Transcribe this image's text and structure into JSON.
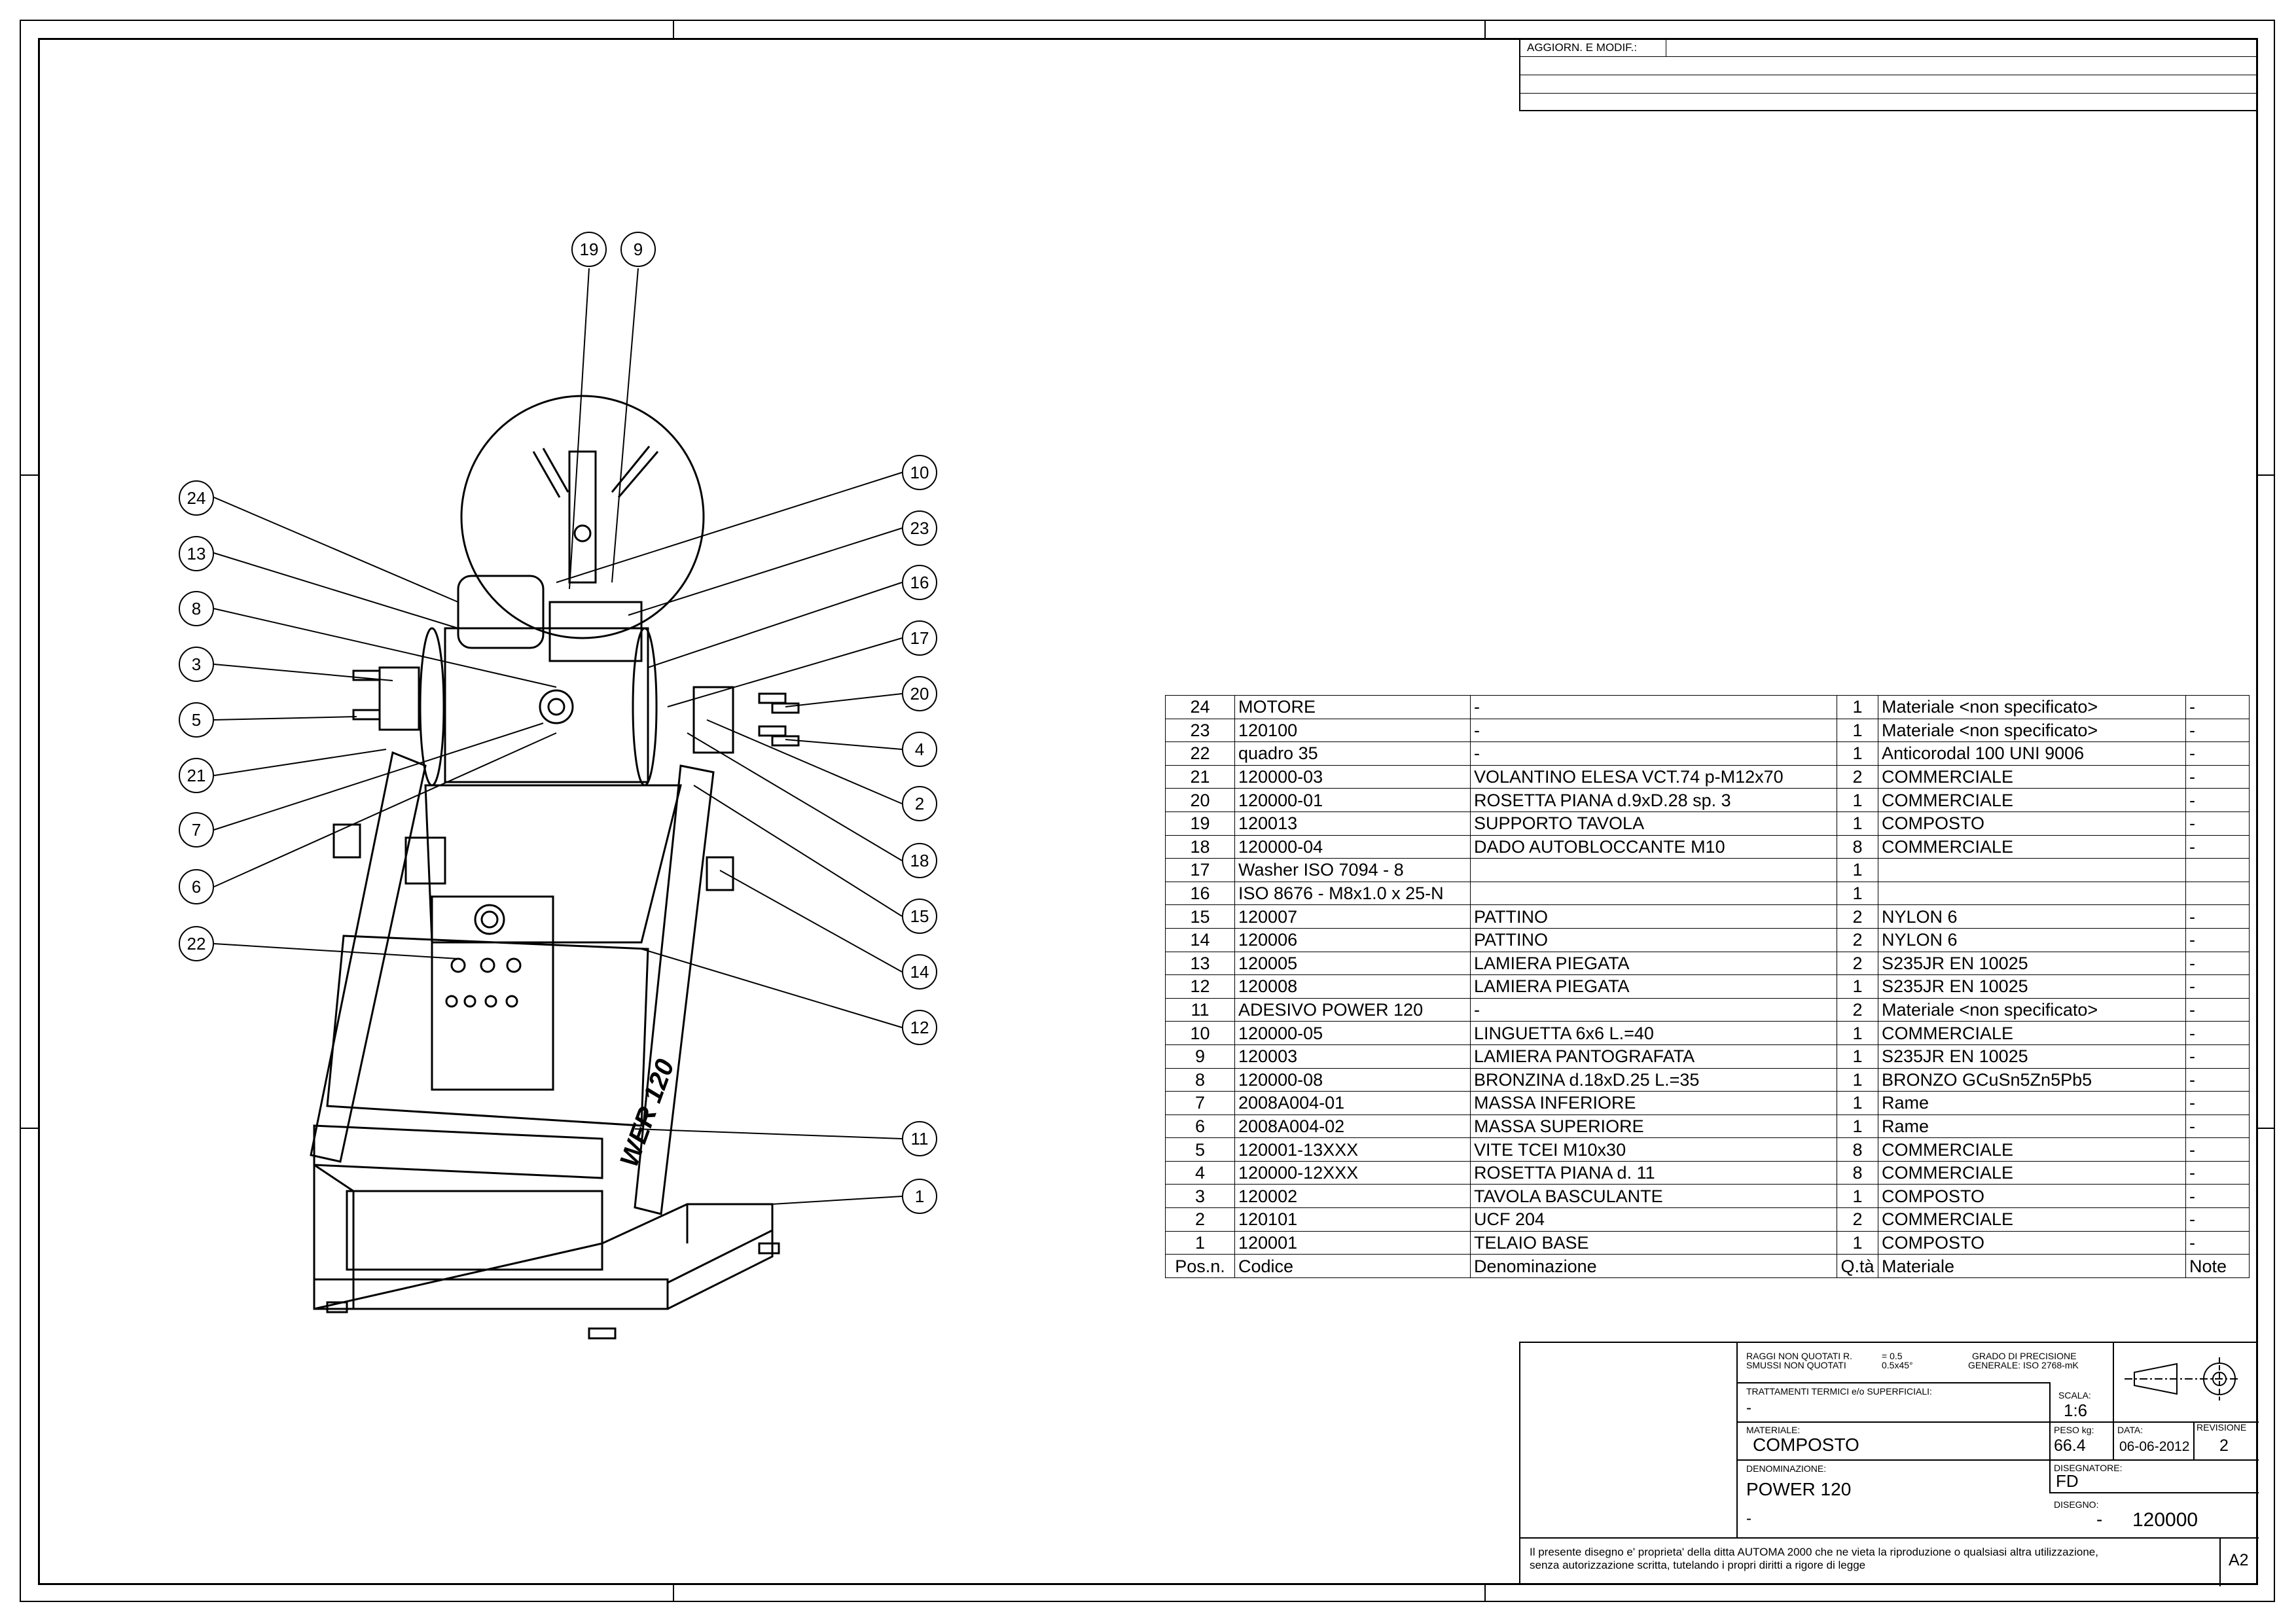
{
  "revision_block": {
    "label": "AGGIORN. E MODIF.:"
  },
  "callouts_left": [
    "24",
    "13",
    "8",
    "3",
    "5",
    "21",
    "7",
    "6",
    "22"
  ],
  "callouts_top": [
    "19",
    "9"
  ],
  "callouts_right": [
    "10",
    "23",
    "16",
    "17",
    "20",
    "4",
    "2",
    "18",
    "15",
    "14",
    "12",
    "11",
    "1"
  ],
  "drawing_text": "WER 120",
  "bom": {
    "rows": [
      [
        "24",
        "MOTORE",
        "-",
        "1",
        "Materiale <non specificato>",
        "-"
      ],
      [
        "23",
        "120100",
        "-",
        "1",
        "Materiale <non specificato>",
        "-"
      ],
      [
        "22",
        "quadro 35",
        "-",
        "1",
        "Anticorodal 100 UNI 9006",
        "-"
      ],
      [
        "21",
        "120000-03",
        "VOLANTINO ELESA VCT.74 p-M12x70",
        "2",
        "COMMERCIALE",
        "-"
      ],
      [
        "20",
        "120000-01",
        "ROSETTA PIANA d.9xD.28 sp. 3",
        "1",
        "COMMERCIALE",
        "-"
      ],
      [
        "19",
        "120013",
        "SUPPORTO TAVOLA",
        "1",
        "COMPOSTO",
        "-"
      ],
      [
        "18",
        "120000-04",
        "DADO AUTOBLOCCANTE M10",
        "8",
        "COMMERCIALE",
        "-"
      ],
      [
        "17",
        "Washer ISO 7094 - 8",
        "",
        "1",
        "",
        ""
      ],
      [
        "16",
        "ISO 8676 - M8x1.0 x 25-N",
        "",
        "1",
        "",
        ""
      ],
      [
        "15",
        "120007",
        "PATTINO",
        "2",
        "NYLON 6",
        "-"
      ],
      [
        "14",
        "120006",
        "PATTINO",
        "2",
        "NYLON 6",
        "-"
      ],
      [
        "13",
        "120005",
        "LAMIERA PIEGATA",
        "2",
        "S235JR EN 10025",
        "-"
      ],
      [
        "12",
        "120008",
        "LAMIERA PIEGATA",
        "1",
        "S235JR EN 10025",
        "-"
      ],
      [
        "11",
        "ADESIVO POWER 120",
        "-",
        "2",
        "Materiale <non specificato>",
        "-"
      ],
      [
        "10",
        "120000-05",
        "LINGUETTA 6x6 L.=40",
        "1",
        "COMMERCIALE",
        "-"
      ],
      [
        "9",
        "120003",
        "LAMIERA PANTOGRAFATA",
        "1",
        "S235JR EN 10025",
        "-"
      ],
      [
        "8",
        "120000-08",
        "BRONZINA d.18xD.25 L.=35",
        "1",
        "BRONZO GCuSn5Zn5Pb5",
        "-"
      ],
      [
        "7",
        "2008A004-01",
        "MASSA INFERIORE",
        "1",
        "Rame",
        "-"
      ],
      [
        "6",
        "2008A004-02",
        "MASSA SUPERIORE",
        "1",
        "Rame",
        "-"
      ],
      [
        "5",
        "120001-13XXX",
        "VITE TCEI M10x30",
        "8",
        "COMMERCIALE",
        "-"
      ],
      [
        "4",
        "120000-12XXX",
        "ROSETTA PIANA d. 11",
        "8",
        "COMMERCIALE",
        "-"
      ],
      [
        "3",
        "120002",
        "TAVOLA BASCULANTE",
        "1",
        "COMPOSTO",
        "-"
      ],
      [
        "2",
        "120101",
        "UCF 204",
        "2",
        "COMMERCIALE",
        "-"
      ],
      [
        "1",
        "120001",
        "TELAIO BASE",
        "1",
        "COMPOSTO",
        "-"
      ]
    ],
    "header": [
      "Pos.n.",
      "Codice",
      "Denominazione",
      "Q.tà",
      "Materiale",
      "Note"
    ]
  },
  "title_block": {
    "raggi_label": "RAGGI NON QUOTATI R.",
    "raggi_value": "= 0.5",
    "smussi_label": "SMUSSI NON QUOTATI",
    "smussi_value": "0.5x45°",
    "precision_label": "GRADO DI PRECISIONE",
    "precision_value": "GENERALE: ISO 2768-mK",
    "trattamenti_label": "TRATTAMENTI TERMICI e/o SUPERFICIALI:",
    "trattamenti_value": "-",
    "scala_label": "SCALA:",
    "scala_value": "1:6",
    "materiale_label": "MATERIALE:",
    "materiale_value": "COMPOSTO",
    "peso_label": "PESO kg:",
    "peso_value": "66.4",
    "data_label": "DATA:",
    "data_value": "06-06-2012",
    "revisione_label": "REVISIONE",
    "revisione_value": "2",
    "denominazione_label": "DENOMINAZIONE:",
    "denominazione_value": "POWER 120",
    "denominazione_sub": "-",
    "disegnatore_label": "DISEGNATORE:",
    "disegnatore_value": "FD",
    "disegno_label": "DISEGNO:",
    "disegno_prefix": "-",
    "disegno_value": "120000",
    "note_line1": "Il presente disegno e' proprieta' della ditta AUTOMA 2000 che ne vieta la riproduzione o qualsiasi altra utilizzazione,",
    "note_line2": "senza autorizzazione scritta, tutelando i propri diritti a rigore di legge",
    "format": "A2"
  }
}
